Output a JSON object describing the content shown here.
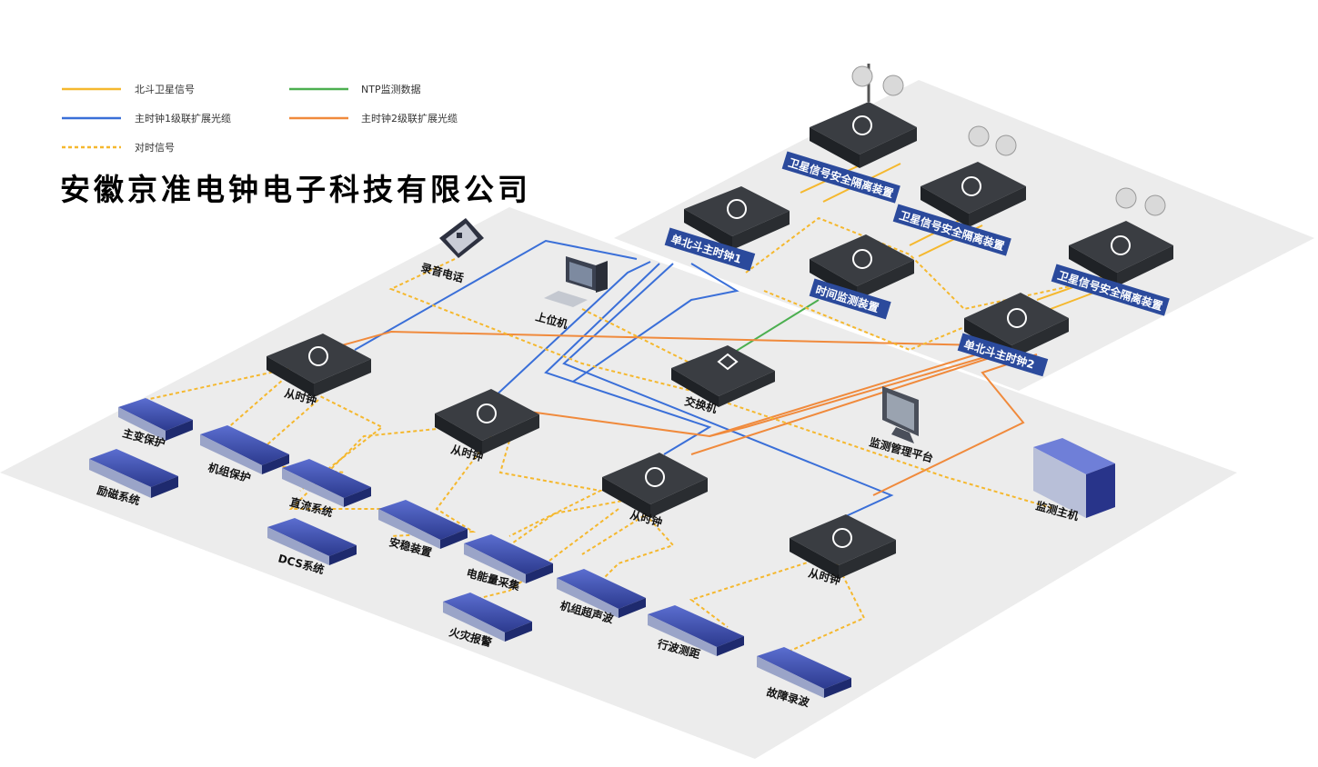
{
  "legend": {
    "items": [
      {
        "label": "北斗卫星信号",
        "color": "#f5b82e",
        "style": "solid"
      },
      {
        "label": "NTP监测数据",
        "color": "#4caf50",
        "style": "solid"
      },
      {
        "label": "主时钟1级联扩展光缆",
        "color": "#3a6fd8",
        "style": "solid"
      },
      {
        "label": "主时钟2级联扩展光缆",
        "color": "#f08a3c",
        "style": "solid"
      },
      {
        "label": "对时信号",
        "color": "#f5b82e",
        "style": "dashed"
      }
    ]
  },
  "company": "安徽京准电钟电子科技有限公司",
  "colors": {
    "platform": "#ececec",
    "device_top": "#3a3d42",
    "device_side": "#1f2226",
    "blue_box": "#2e3f8f",
    "label_banner": "#2b4a9c"
  },
  "devices": {
    "sat1": "卫星信号安全隔离装置",
    "sat2": "卫星信号安全隔离装置",
    "sat3": "卫星信号安全隔离装置",
    "master1": "单北斗主时钟1",
    "master2": "单北斗主时钟2",
    "ntp_monitor": "时间监测装置",
    "switch": "交换机",
    "phone": "录音电话",
    "pc": "上位机",
    "monitor_platform": "监测管理平台",
    "monitor_host": "监测主机",
    "slave1": "从时钟",
    "slave2": "从时钟",
    "slave3": "从时钟",
    "slave4": "从时钟",
    "transformer_protect": "主变保护",
    "excitation": "励磁系统",
    "unit_protect": "机组保护",
    "dc_system": "直流系统",
    "dcs": "DCS系统",
    "stability": "安稳装置",
    "energy": "电能量采集",
    "fire": "火灾报警",
    "ultrasonic": "机组超声波",
    "traveling_wave": "行波测距",
    "fault_record": "故障录波"
  }
}
